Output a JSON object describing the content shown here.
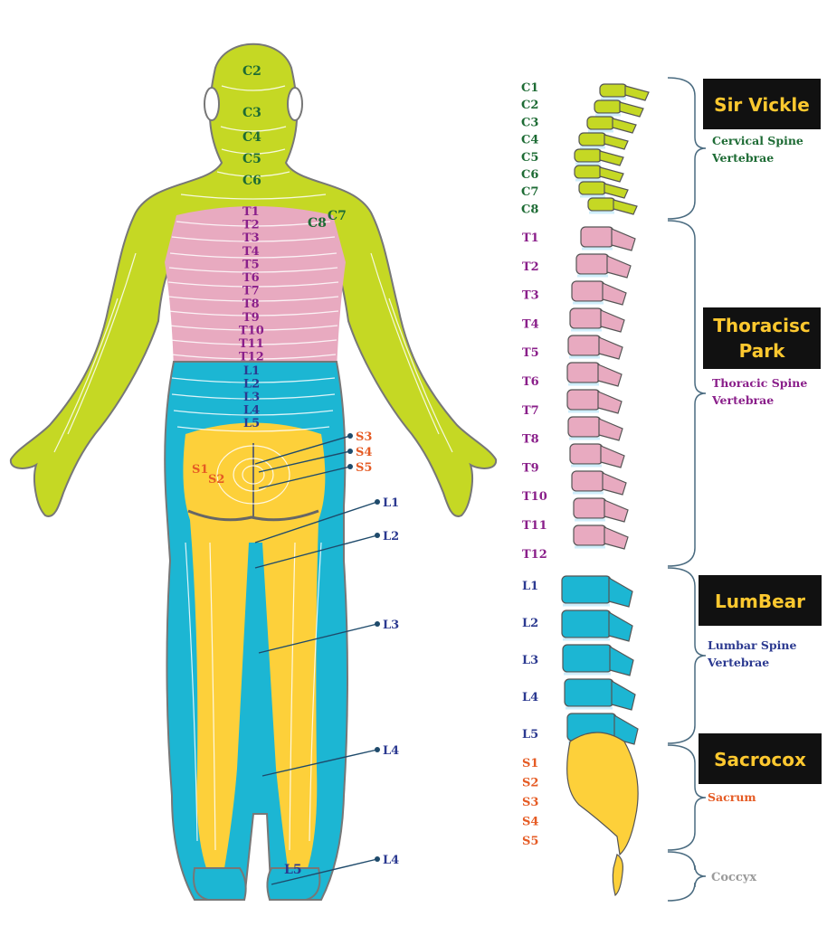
{
  "colors": {
    "cervical": "#c5d824",
    "thoracic": "#e8aac0",
    "lumbar": "#1cb6d3",
    "sacral": "#fdd03a",
    "coccyx": "#fdd03a",
    "outline": "#666666",
    "label_cervical": "#1d6b34",
    "label_thoracic": "#8a1f8a",
    "label_lumbar": "#2b3990",
    "label_sacral": "#e55b24",
    "label_coccyx": "#9a9a9a",
    "box_bg": "#111111",
    "box_text": "#fdc82f"
  },
  "body_labels": {
    "cervical": [
      "C2",
      "C3",
      "C4",
      "C5",
      "C6"
    ],
    "shoulder": [
      "C7",
      "C8"
    ],
    "thoracic": [
      "T1",
      "T2",
      "T3",
      "T4",
      "T5",
      "T6",
      "T7",
      "T8",
      "T9",
      "T10",
      "T11",
      "T12"
    ],
    "lumbar": [
      "L1",
      "L2",
      "L3",
      "L4",
      "L5"
    ],
    "buttock_left": [
      "S1",
      "S2"
    ],
    "callouts": [
      "S3",
      "S4",
      "S5",
      "L1",
      "L2",
      "L3",
      "L4",
      "L4"
    ],
    "foot": "L5"
  },
  "spine_labels": {
    "cervical": [
      "C1",
      "C2",
      "C3",
      "C4",
      "C5",
      "C6",
      "C7",
      "C8"
    ],
    "thoracic": [
      "T1",
      "T2",
      "T3",
      "T4",
      "T5",
      "T6",
      "T7",
      "T8",
      "T9",
      "T10",
      "T11",
      "T12"
    ],
    "lumbar": [
      "L1",
      "L2",
      "L3",
      "L4",
      "L5"
    ],
    "sacral": [
      "S1",
      "S2",
      "S3",
      "S4",
      "S5"
    ]
  },
  "sections": [
    {
      "title_lines": [
        "Sir Vickle"
      ],
      "subtitle_lines": [
        "Cervical Spine",
        "Vertebrae"
      ]
    },
    {
      "title_lines": [
        "Thoracisc",
        "Park"
      ],
      "subtitle_lines": [
        "Thoracic Spine",
        "Vertebrae"
      ]
    },
    {
      "title_lines": [
        "LumBear"
      ],
      "subtitle_lines": [
        "Lumbar Spine",
        "Vertebrae"
      ]
    },
    {
      "title_lines": [
        "Sacrocox"
      ],
      "subtitle_lines": [
        "Sacrum"
      ]
    }
  ],
  "coccyx_label": "Coccyx"
}
